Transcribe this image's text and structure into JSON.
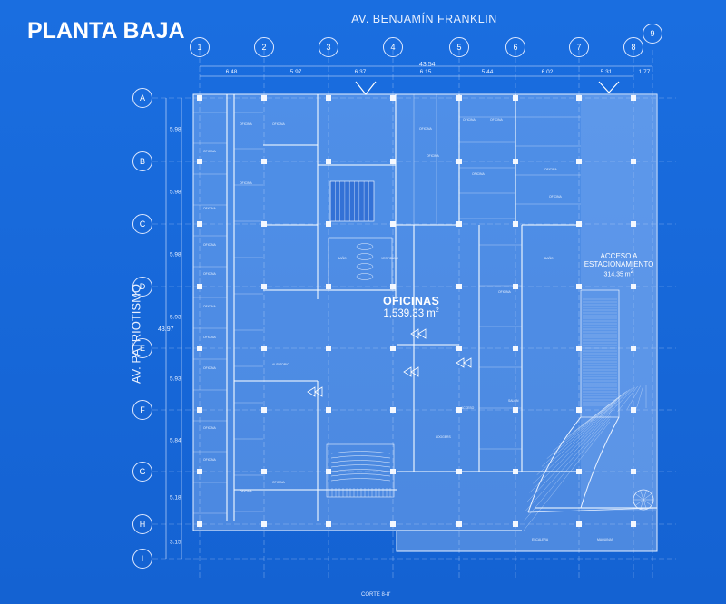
{
  "title": "PLANTA BAJA",
  "streets": {
    "top": "AV. BENJAMÍN FRANKLIN",
    "left": "AV. PATRIOTISMO"
  },
  "columns": [
    "1",
    "2",
    "3",
    "4",
    "5",
    "6",
    "7",
    "8",
    "9"
  ],
  "rows": [
    "A",
    "B",
    "C",
    "D",
    "E",
    "F",
    "G",
    "H",
    "I"
  ],
  "dimensions_top": [
    "6.48",
    "5.97",
    "6.37",
    "6.15",
    "5.44",
    "6.02",
    "5.31",
    "1.77"
  ],
  "dimensions_left": [
    "5.98",
    "5.98",
    "5.98",
    "5.93",
    "5.93",
    "5.84",
    "5.18",
    "3.15"
  ],
  "total_width": "43.54",
  "total_height": "43.97",
  "areas": {
    "main_name": "OFICINAS",
    "main_value": "1,539.33 m",
    "main_unit_sup": "2",
    "park_name_1": "ACCESO A",
    "park_name_2": "ESTACIONAMIENTO",
    "park_value": "314.35 m",
    "park_unit_sup": "2"
  },
  "section_label": "CORTE 8-8'",
  "room_labels": [
    "OFICINA",
    "OFICINA",
    "OFICINA",
    "OFICINA",
    "OFICINA",
    "OFICINA",
    "OFICINA",
    "OFICINA",
    "OFICINA",
    "OFICINA",
    "OFICINA",
    "OFICINA",
    "OFICINA",
    "OFICINA",
    "OFICINA",
    "OFICINA",
    "OFICINA",
    "OFICINA",
    "OFICINA",
    "OFICINA",
    "OFICINA",
    "OFICINA",
    "SALON",
    "AUDITORIO",
    "LOGGERS",
    "BAÑO",
    "BAÑO",
    "VESTIBULO",
    "ACCESO",
    "ESCALERA",
    "MAQUINAS"
  ]
}
